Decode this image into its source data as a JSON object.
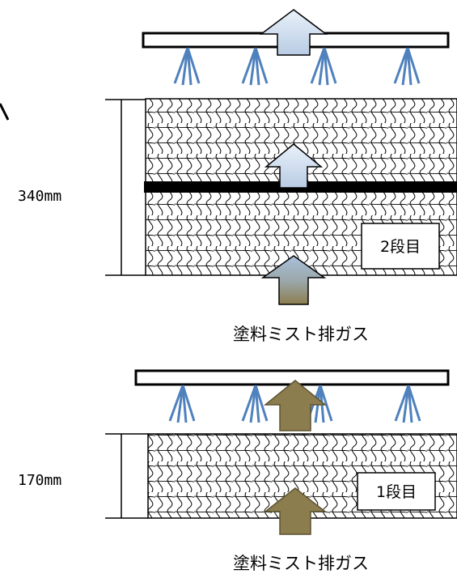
{
  "colors": {
    "spray": "#4f81bd",
    "arrow_light_top": "#eaf1fa",
    "arrow_light_bottom": "#b8cce4",
    "arrow_mist": "#8b7d4e",
    "arrow_mist_stroke": "#5d5330",
    "frame": "#000000"
  },
  "stage2": {
    "height_label": "340mm",
    "stage_label": "2段目",
    "gas_label": "塗料ミスト排ガス"
  },
  "stage1": {
    "height_label": "170mm",
    "stage_label": "1段目",
    "gas_label": "塗料ミスト排ガス"
  },
  "icons": {
    "spray_nozzle": "spray-nozzle-icon",
    "up_arrow": "up-arrow-icon",
    "filter_media": "filter-media-texture"
  }
}
